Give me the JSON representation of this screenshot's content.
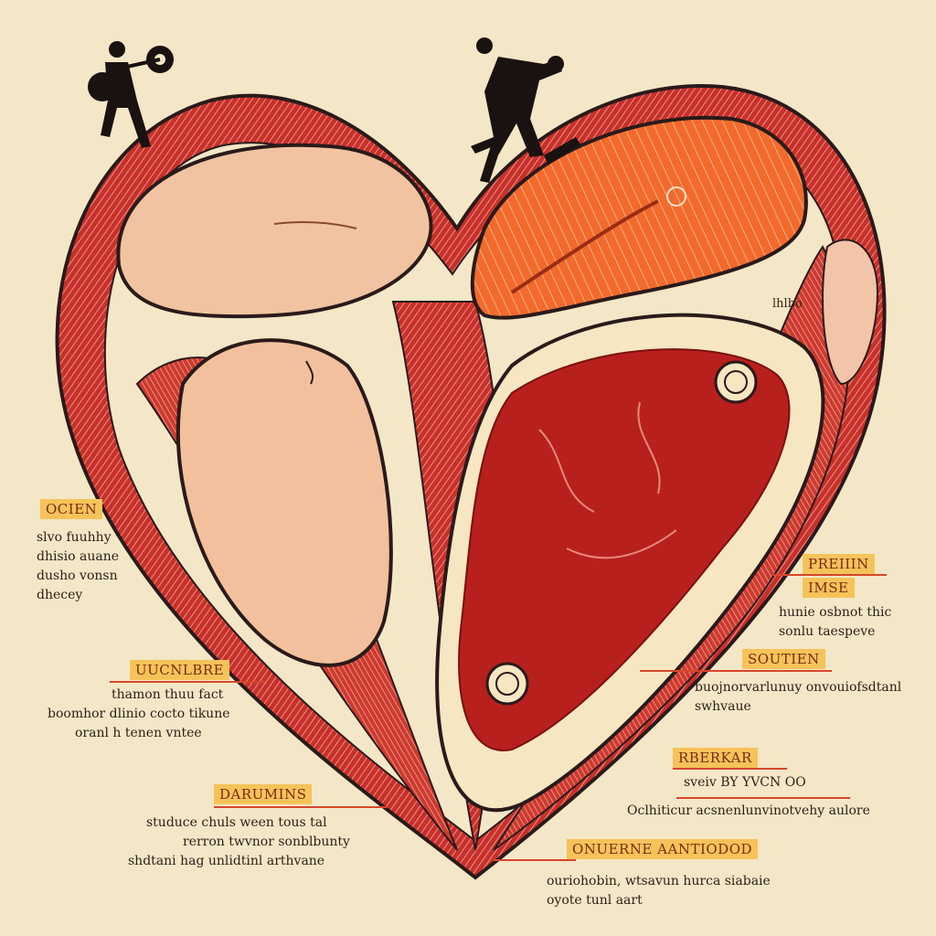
{
  "colors": {
    "background": "#f3e7c7",
    "muscle_red": "#c9302a",
    "chicken": "#f1c3a0",
    "salmon": "#f26a2c",
    "steak": "#b8201d",
    "tag_fill": "#f6c35a",
    "outline": "#2a1a1a"
  },
  "icons": [
    "weightlifter-icon",
    "runner-icon"
  ],
  "labels": {
    "tag_1": "OCIEN",
    "tag_1_lines": [
      "slvo fuuhhy",
      "dhisio auane",
      "dusho vonsn",
      "dhecey"
    ],
    "tag_2": "UUCNLBRE",
    "tag_2_lines": [
      "thamon thuu fact",
      "boomhor dlinio cocto tikune",
      "oranl h tenen vntee"
    ],
    "tag_3": "DARUMINS",
    "tag_3_lines": [
      "studuce chuls ween tous tal",
      "rerron twvnor sonblbunty",
      "shdtani hag unlidtinl arthvane"
    ],
    "tag_4": "PREIIIN",
    "tag_4b": "IMSE",
    "tag_4_lines": [
      "hunie osbnot thic",
      "sonlu taespeve"
    ],
    "tag_5": "SOUTIEN",
    "tag_5_lines": [
      "buojnorvarlunuy onvouiofsdtanl",
      "swhvaue"
    ],
    "tag_6": "RBERKAR",
    "tag_6_lines": [
      "sveiv BY YVCN OO",
      "Oclhiticur acsnenlunvinotvehy aulore"
    ],
    "tag_7": "ONUERNE AANTIODOD",
    "tag_7_lines": [
      "ouriohobin, wtsavun hurca siabaie",
      "oyote tunl aart"
    ],
    "corner_text": "lhlbo"
  }
}
